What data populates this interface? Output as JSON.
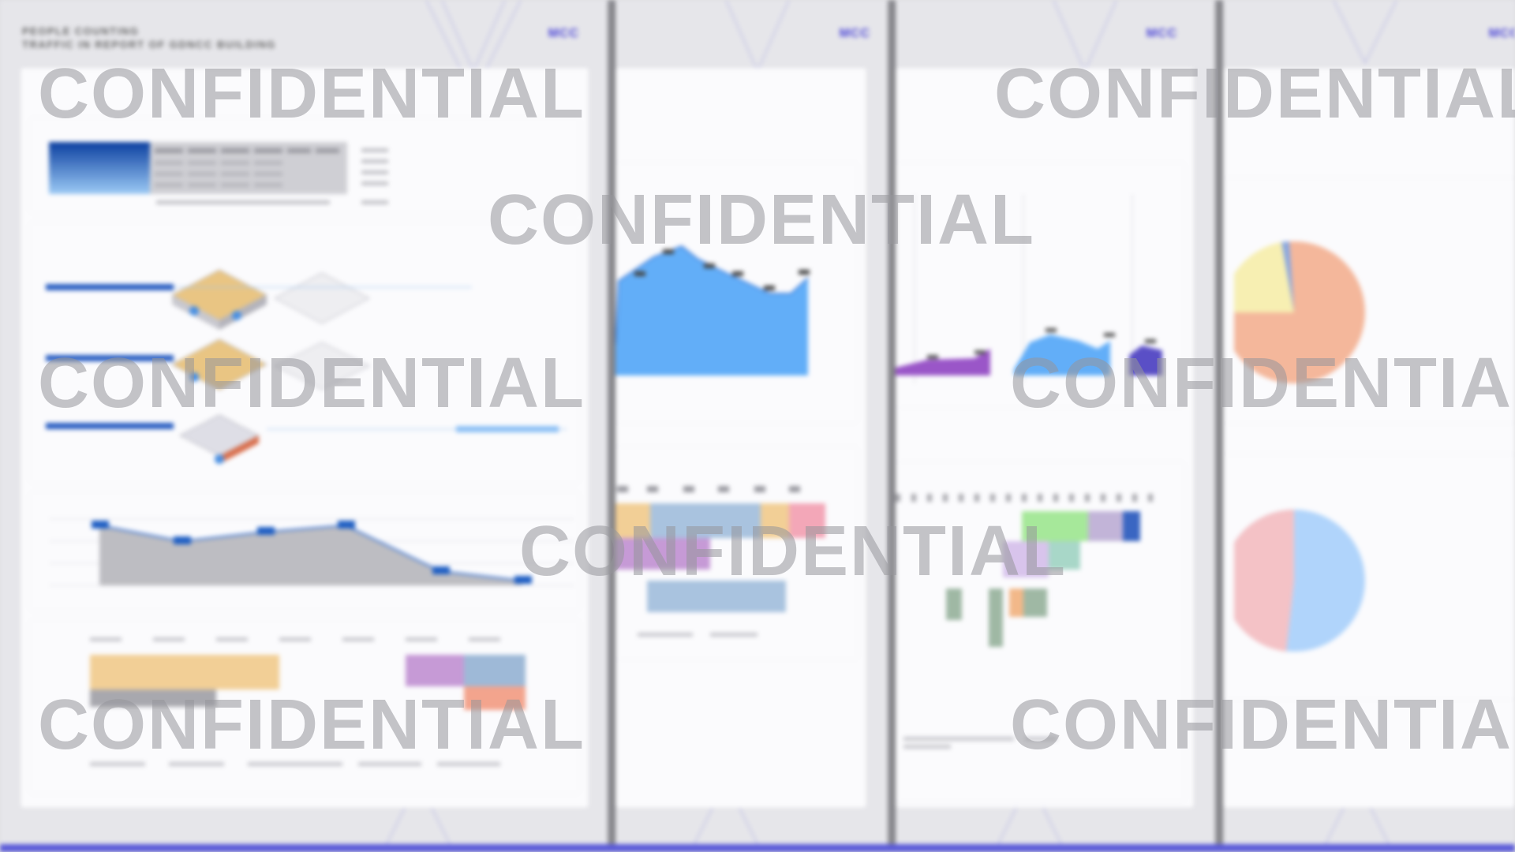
{
  "document": {
    "title_line1": "PEOPLE COUNTING",
    "title_line2": "TRAFFIC IN REPORT OF GDNCC BUILDING",
    "brand": "MCC"
  },
  "watermark": {
    "text": "CONFIDENTIAL"
  },
  "colors": {
    "primary_blue": "#1f5fc4",
    "area_blue": "#62aef8",
    "purple": "#9a56c8",
    "peach": "#f4b79b",
    "light_yellow": "#f7efb2",
    "pink": "#f4c2c6",
    "light_blue_pie": "#b0d4fb",
    "brand_indigo": "#4a44d6",
    "accent_red": "#d9403a"
  },
  "icons": {
    "floor_plan": "isometric-floor-plan-icon",
    "logo": "mcc-logo-icon"
  }
}
